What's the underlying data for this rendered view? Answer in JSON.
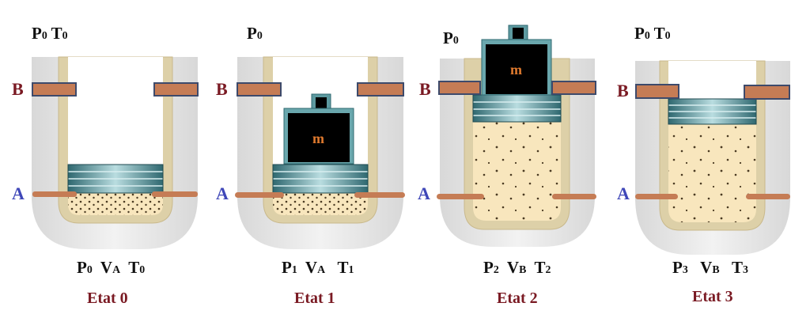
{
  "colors": {
    "jacket": "#e3e3e3",
    "wall": "#d9cda7",
    "gas": "#f8e6bd",
    "stop": "#c57c55",
    "stop_border": "#3d4a6b",
    "piston": "#3e7a82",
    "mass": "#000000",
    "mass_label": "#e07a2e",
    "label_B": "#7a1a23",
    "label_A": "#3f47b8",
    "etat_text": "#7a1a23"
  },
  "markers": {
    "B": "B",
    "A": "A"
  },
  "states": [
    {
      "top": [
        {
          "main": "P",
          "sub": "0"
        },
        {
          "main": "T",
          "sub": "0"
        }
      ],
      "vars": [
        {
          "main": "P",
          "sub": "0"
        },
        {
          "main": "V",
          "sub": "A"
        },
        {
          "main": "T",
          "sub": "0"
        }
      ],
      "title": "Etat 0",
      "mass_label": null,
      "piston_at": "A",
      "volume": "VA"
    },
    {
      "top": [
        {
          "main": "P",
          "sub": "0"
        }
      ],
      "vars": [
        {
          "main": "P",
          "sub": "1"
        },
        {
          "main": "V",
          "sub": "A"
        },
        {
          "main": "T",
          "sub": "1"
        }
      ],
      "title": "Etat 1",
      "mass_label": "m",
      "piston_at": "A",
      "volume": "VA"
    },
    {
      "top": [
        {
          "main": "P",
          "sub": "0"
        }
      ],
      "vars": [
        {
          "main": "P",
          "sub": "2"
        },
        {
          "main": "V",
          "sub": "B"
        },
        {
          "main": "T",
          "sub": "2"
        }
      ],
      "title": "Etat 2",
      "mass_label": "m",
      "piston_at": "B",
      "volume": "VB"
    },
    {
      "top": [
        {
          "main": "P",
          "sub": "0"
        },
        {
          "main": "T",
          "sub": "0"
        }
      ],
      "vars": [
        {
          "main": "P",
          "sub": "3"
        },
        {
          "main": "V",
          "sub": "B"
        },
        {
          "main": "T",
          "sub": "3"
        }
      ],
      "title": "Etat 3",
      "mass_label": null,
      "piston_at": "B",
      "volume": "VB"
    }
  ]
}
